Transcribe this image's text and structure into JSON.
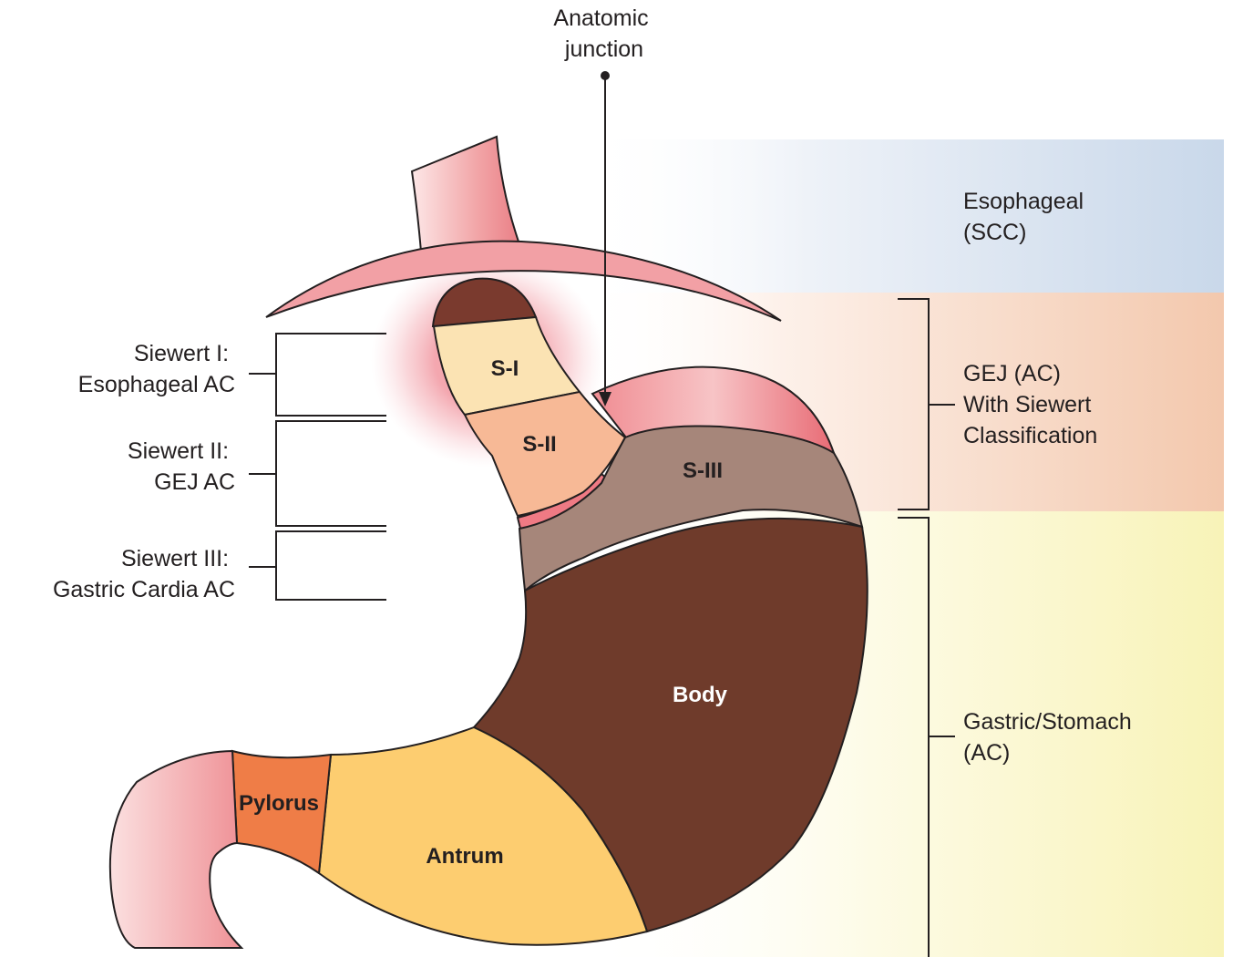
{
  "annotations": {
    "anatomic_junction": [
      "Anatomic",
      "junction"
    ],
    "esophageal": [
      "Esophageal",
      "(SCC)"
    ],
    "gej": [
      "GEJ (AC)",
      "With Siewert",
      "Classification"
    ],
    "gastric": [
      "Gastric/Stomach",
      "(AC)"
    ],
    "siewert_1": [
      "Siewert I:",
      "Esophageal AC"
    ],
    "siewert_2": [
      "Siewert II:",
      "GEJ AC"
    ],
    "siewert_3": [
      "Siewert III:",
      "Gastric Cardia AC"
    ]
  },
  "regions": {
    "s1": "S-I",
    "s2": "S-II",
    "s3": "S-III",
    "body": "Body",
    "pylorus": "Pylorus",
    "antrum": "Antrum"
  },
  "colors": {
    "esophageal_band": "#c9d8ea",
    "gej_band": "#f3c8ad",
    "gastric_band": "#f8f3b8",
    "s1": "#fbe3b3",
    "s2": "#f7b996",
    "s3": "#a6867a",
    "body": "#6f3b2b",
    "antrum": "#fdcd70",
    "pylorus": "#ef7d47",
    "tissue_pink": "#f2a6a8"
  }
}
